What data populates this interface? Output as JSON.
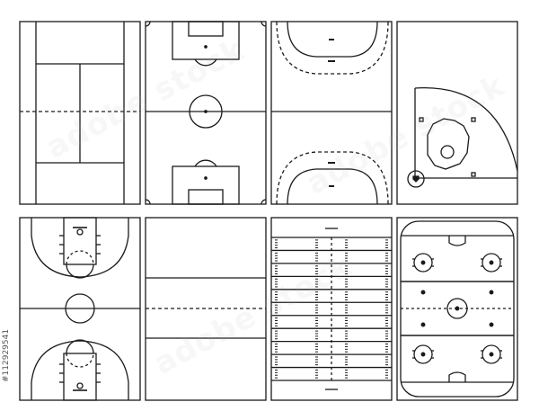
{
  "image": {
    "background": "#ffffff",
    "line_color": "#1a1a1a",
    "stock_id": "#112929541",
    "watermark": "adobe stock",
    "fields": [
      {
        "name": "tennis-court"
      },
      {
        "name": "soccer-field"
      },
      {
        "name": "field-hockey-pitch"
      },
      {
        "name": "baseball-field"
      },
      {
        "name": "basketball-court"
      },
      {
        "name": "rugby-field"
      },
      {
        "name": "american-football-field"
      },
      {
        "name": "ice-hockey-rink"
      }
    ]
  }
}
